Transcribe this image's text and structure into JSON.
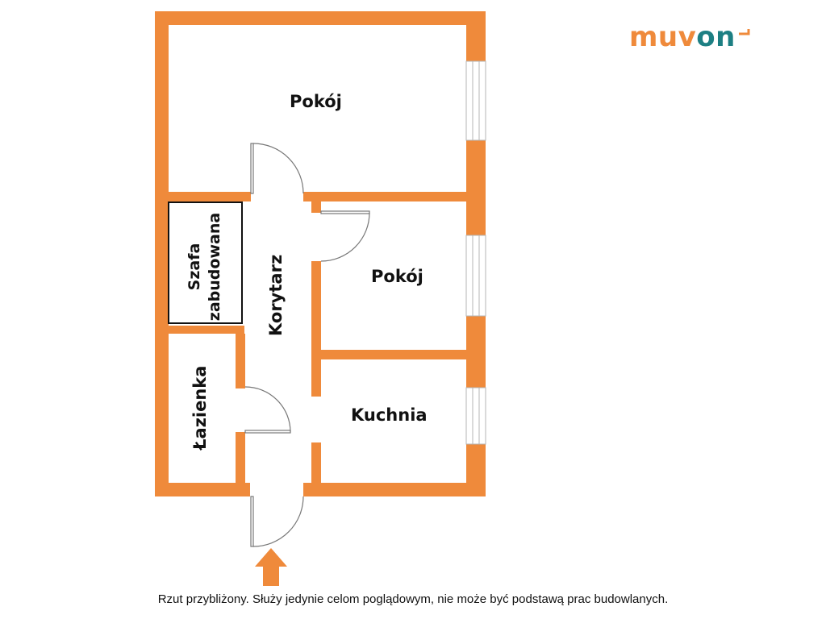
{
  "brand": {
    "part1": "muv",
    "part2": "on",
    "color_primary": "#ef8a3b",
    "color_secondary": "#1d7f83"
  },
  "rooms": {
    "pokoj_large": "Pokój",
    "pokoj_small": "Pokój",
    "kuchnia": "Kuchnia",
    "korytarz": "Korytarz",
    "lazienka": "Łazienka",
    "szafa_line1": "Szafa",
    "szafa_line2": "zabudowana"
  },
  "caption": "Rzut przybliżony. Służy jedynie celom poglądowym, nie może być podstawą prac budowlanych.",
  "colors": {
    "wall": "#ef8a3b",
    "window": "#ffffff",
    "door_line": "#777777"
  },
  "icons": {
    "entrance": "up-arrow-icon"
  }
}
